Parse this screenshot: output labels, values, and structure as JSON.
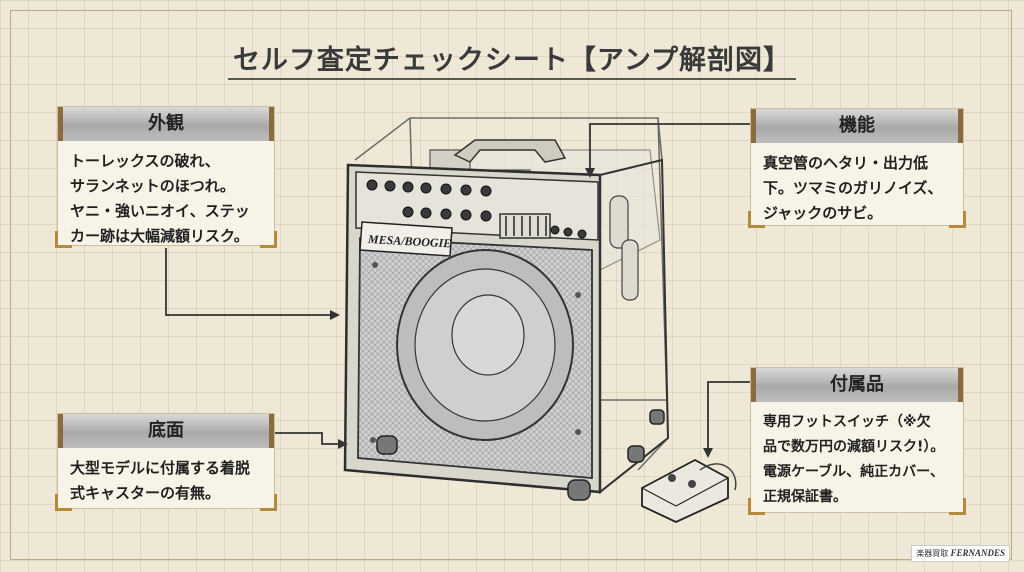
{
  "title": "セルフ査定チェックシート【アンプ解剖図】",
  "callouts": {
    "exterior": {
      "heading": "外観",
      "lines": [
        "トーレックスの破れ、",
        "サランネットのほつれ。",
        "ヤニ・強いニオイ、ステッ",
        "カー跡は大幅減額リスク。"
      ]
    },
    "function": {
      "heading": "機能",
      "lines": [
        "真空管のヘタリ・出力低",
        "下。ツマミのガリノイズ、",
        "ジャックのサビ。"
      ]
    },
    "bottom": {
      "heading": "底面",
      "lines": [
        "大型モデルに付属する着脱",
        "式キャスターの有無。"
      ]
    },
    "accessories": {
      "heading": "付属品",
      "lines": [
        "専用フットスイッチ（※欠",
        "品で数万円の減額リスク!）。",
        "電源ケーブル、純正カバー、",
        "正規保証書。"
      ]
    }
  },
  "amp": {
    "brand_label": "MESA/BOOGIE"
  },
  "footer_logo": {
    "prefix": "楽器買取",
    "brand": "FERNANDES"
  },
  "colors": {
    "accent": "#b58a3c",
    "head_border": "#8b6a3e",
    "line": "#333333"
  }
}
